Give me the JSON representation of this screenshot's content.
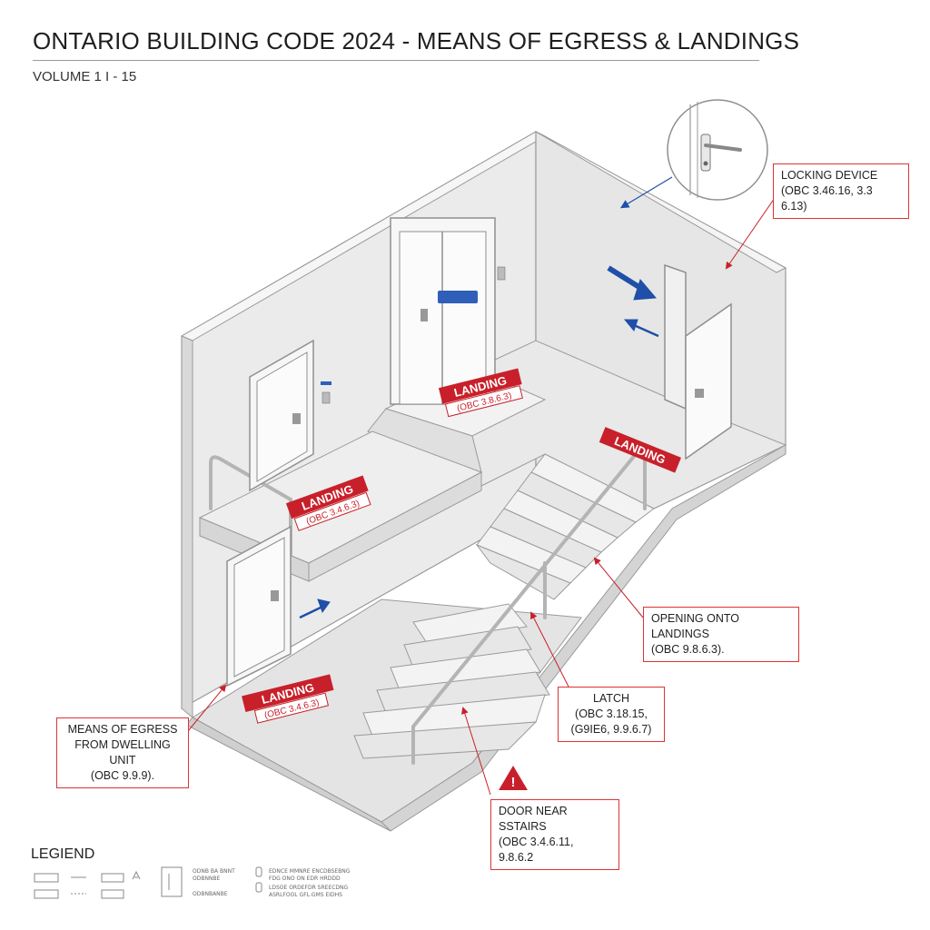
{
  "header": {
    "title": "ONTARIO BUILDING CODE 2024 - MEANS OF EGRESS & LANDINGS",
    "subtitle": "VOLUME 1 I - 15"
  },
  "landings": [
    {
      "label": "LANDING",
      "ref": "(OBC 3.8.6.3)"
    },
    {
      "label": "LANDING",
      "ref": "(OBC 3.4.6.3)"
    },
    {
      "label": "LANDING",
      "ref": ""
    },
    {
      "label": "LANDING",
      "ref": "(OBC 3.4.6.3)"
    }
  ],
  "callouts": {
    "locking": {
      "line1": "LOCKING DEVICE",
      "line2": "(OBC 3.46.16, 3.3 6.13)"
    },
    "opening": {
      "line1": "OPENING ONTO LANDINGS",
      "line2": "(OBC 9.8.6.3)."
    },
    "latch": {
      "line1": "LATCH",
      "line2": "(OBC 3.18.15,",
      "line3": "(G9IE6, 9.9.6.7)"
    },
    "egress": {
      "line1": "MEANS OF EGRESS",
      "line2": "FROM DWELLING UNIT",
      "line3": "(OBC 9.9.9)."
    },
    "door_near_stairs": {
      "line1": "DOOR NEAR SSTAIRS",
      "line2": "(OBC 3.4.6.11,",
      "line3": "9.8.6.2"
    }
  },
  "legend": {
    "title": "LEGIEND",
    "col3_a": "ODNB BA BNNT",
    "col3_b": "ODBNNBE",
    "col3_c": "ODBNBANBE",
    "col4_a": "EDNCE MMNRE ENCDBSEBNG",
    "col4_b": "FDG ONO ON EDR HRDDD",
    "col4_c": "LDSOE ORDEFDR SREECDNG",
    "col4_d": "ASRLFOOL GFL.GMS EIDHS"
  },
  "colors": {
    "accent_red": "#c8202a",
    "arrow_blue": "#1f4fa8",
    "wall": "#ececec",
    "floor": "#e2e2e2"
  }
}
